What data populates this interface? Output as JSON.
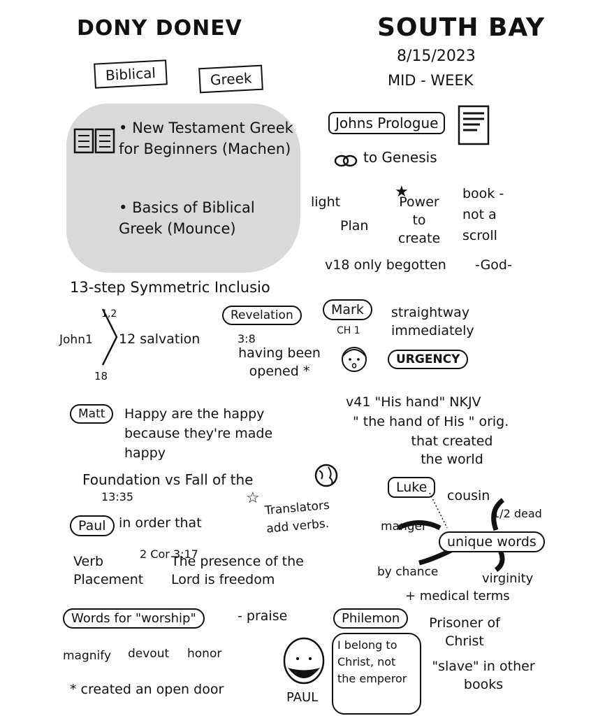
{
  "header": {
    "presenter": "DONY DONEV",
    "church": "SOUTH BAY",
    "date": "8/15/2023",
    "service": "MID - WEEK"
  },
  "banner": {
    "left": "Biblical",
    "right": "Greek"
  },
  "books": [
    "New Testament Greek for Beginners (Machen)",
    "Basics of Biblical Greek (Mounce)"
  ],
  "prologue": {
    "title": "Johns Prologue",
    "link": "to Genesis",
    "light": "light",
    "plan": "Plan",
    "power": "Power to create",
    "book": "book - not a scroll",
    "v18": "v18 only begotten",
    "god": "God"
  },
  "inclusio": {
    "title": "13-step Symmetric Inclusio",
    "john": "John1",
    "top": "1,2",
    "middle": "12 salvation",
    "bottom": "18"
  },
  "revelation": {
    "label": "Revelation",
    "ref": "3:8",
    "text": "having been opened *"
  },
  "mark": {
    "label": "Mark",
    "ch": "CH 1",
    "words": "straightway immediately",
    "bubble": "URGENCY",
    "v41": "v41 \"His hand\" NKJV",
    "orig": "\" the hand of His \" orig.",
    "created": "that created the world"
  },
  "matt": {
    "label": "Matt",
    "text": "Happy are the happy because they're made happy",
    "foundation": "Foundation vs Fall of the",
    "ref": "13:35"
  },
  "paul": {
    "label": "Paul",
    "text": "in order that",
    "translators": "Translators add verbs.",
    "verb": "Verb Placement",
    "ref": "2 Cor 3:17",
    "presence": "The presence of the Lord is freedom"
  },
  "luke": {
    "label": "Luke",
    "center": "unique words",
    "cousin": "cousin",
    "half": "1/2 dead",
    "manger": "manger",
    "chance": "by chance",
    "virginity": "virginity",
    "medical": "+ medical terms"
  },
  "worship": {
    "title": "Words for \"worship\"",
    "praise": "- praise",
    "words": [
      "magnify",
      "devout",
      "honor"
    ],
    "door": "* created an open door"
  },
  "philemon": {
    "label": "Philemon",
    "face_label": "PAUL",
    "quote": "I belong to Christ, not the emperor",
    "prisoner": "Prisoner of Christ",
    "slave": "\"slave\" in other books"
  }
}
